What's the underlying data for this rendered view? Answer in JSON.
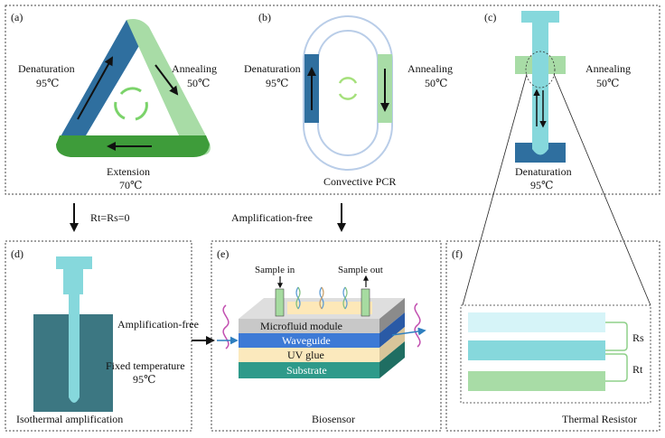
{
  "panels": {
    "a": {
      "tag": "(a)",
      "denaturation": "Denaturation",
      "denaturation_temp": "95℃",
      "annealing": "Annealing",
      "annealing_temp": "50℃",
      "extension": "Extension",
      "extension_temp": "70℃"
    },
    "b": {
      "tag": "(b)",
      "denaturation": "Denaturation",
      "denaturation_temp": "95℃",
      "annealing": "Annealing",
      "annealing_temp": "50℃",
      "caption": "Convective PCR"
    },
    "c": {
      "tag": "(c)",
      "annealing": "Annealing",
      "annealing_temp": "50℃",
      "denaturation": "Denaturation",
      "denaturation_temp": "95℃"
    },
    "d": {
      "tag": "(d)",
      "arrow_label": "Rt=Rs=0",
      "fixed_temp": "Fixed temperature",
      "fixed_temp_value": "95℃",
      "caption": "Isothermal amplification"
    },
    "e": {
      "tag": "(e)",
      "arrow_top_label": "Amplification-free",
      "arrow_left_label": "Amplification-free",
      "sample_in": "Sample in",
      "sample_out": "Sample out",
      "layer_microfluid": "Microfluid module",
      "layer_waveguide": "Waveguide",
      "layer_uvglue": "UV glue",
      "layer_substrate": "Substrate",
      "caption": "Biosensor"
    },
    "f": {
      "tag": "(f)",
      "rs": "Rs",
      "rt": "Rt",
      "caption": "Thermal Resistor"
    }
  },
  "colors": {
    "dark_blue": "#2f6f9f",
    "light_green": "#a8dca6",
    "green": "#3e9c3a",
    "cyan": "#86d8dc",
    "pale_cyan": "#d6f4f8",
    "teal_dark": "#3c7782",
    "waveguide_blue": "#3d7ad6",
    "uv_glue": "#fbe9bd",
    "substrate_teal": "#2e9a8a"
  }
}
